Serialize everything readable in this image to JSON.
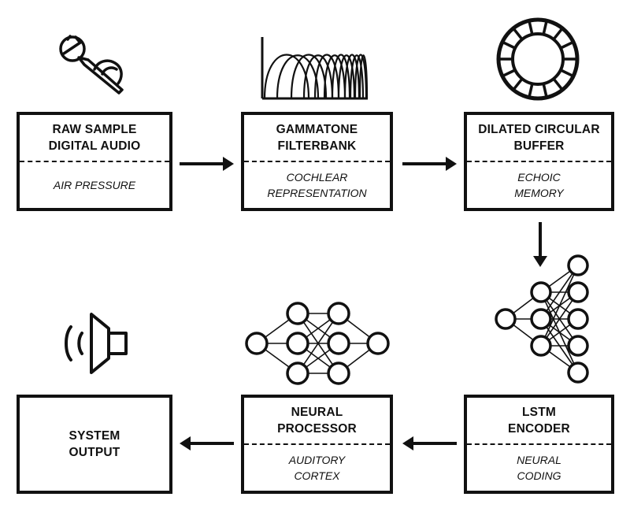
{
  "stages": [
    {
      "id": "raw-sample",
      "title": "RAW SAMPLE\nDIGITAL AUDIO",
      "subtitle": "AIR PRESSURE",
      "icon": "microphone-icon"
    },
    {
      "id": "gammatone",
      "title": "GAMMATONE\nFILTERBANK",
      "subtitle": "COCHLEAR\nREPRESENTATION",
      "icon": "filterbank-curves-icon"
    },
    {
      "id": "circular-buffer",
      "title": "DILATED CIRCULAR\nBUFFER",
      "subtitle": "ECHOIC\nMEMORY",
      "icon": "ring-buffer-icon"
    },
    {
      "id": "lstm-encoder",
      "title": "LSTM\nENCODER",
      "subtitle": "NEURAL\nCODING",
      "icon": "encoder-network-icon"
    },
    {
      "id": "neural-processor",
      "title": "NEURAL\nPROCESSOR",
      "subtitle": "AUDITORY\nCORTEX",
      "icon": "neural-network-icon"
    },
    {
      "id": "system-output",
      "title": "SYSTEM\nOUTPUT",
      "subtitle": "",
      "icon": "speaker-icon"
    }
  ],
  "colors": {
    "stroke": "#111111",
    "background": "#ffffff"
  }
}
